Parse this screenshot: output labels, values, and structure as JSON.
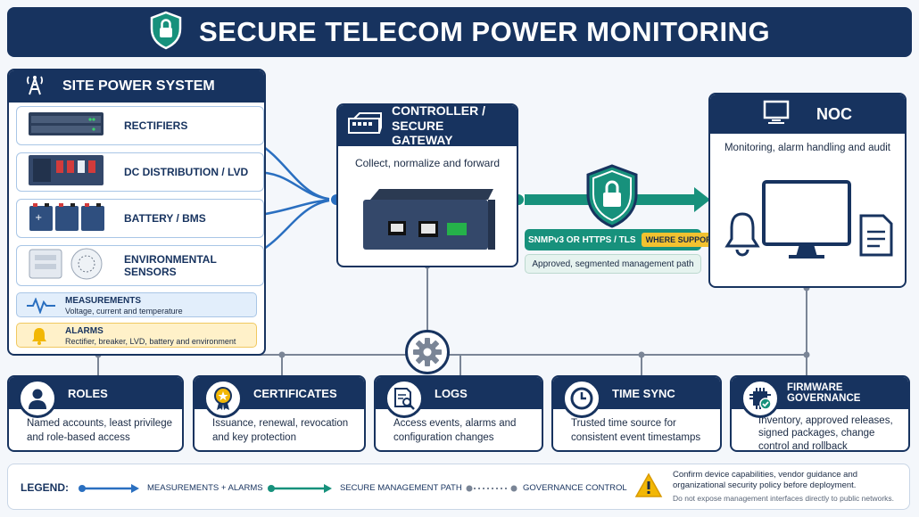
{
  "title": "SECURE TELECOM POWER MONITORING",
  "site": {
    "title": "SITE POWER SYSTEM",
    "items": [
      {
        "label": "RECTIFIERS"
      },
      {
        "label": "DC DISTRIBUTION / LVD"
      },
      {
        "label": "BATTERY / BMS"
      },
      {
        "label": "ENVIRONMENTAL SENSORS"
      }
    ],
    "measurements": {
      "title": "MEASUREMENTS",
      "text": "Voltage, current and temperature"
    },
    "alarms": {
      "title": "ALARMS",
      "text": "Rectifier, breaker, LVD, battery and environment"
    }
  },
  "controller": {
    "title_line1": "CONTROLLER /",
    "title_line2": "SECURE GATEWAY",
    "subtitle": "Collect, normalize and forward"
  },
  "secure_path": {
    "protocol": "SNMPv3 OR HTTPS / TLS",
    "badge": "WHERE SUPPORTED",
    "note": "Approved, segmented management path"
  },
  "noc": {
    "title": "NOC",
    "subtitle": "Monitoring, alarm handling and audit"
  },
  "cards": [
    {
      "title": "ROLES",
      "text": "Named accounts, least privilege and role-based access"
    },
    {
      "title": "CERTIFICATES",
      "text": "Issuance, renewal, revocation and key protection"
    },
    {
      "title": "LOGS",
      "text": "Access events, alarms and configuration changes"
    },
    {
      "title": "TIME SYNC",
      "text": "Trusted time source for consistent event timestamps"
    },
    {
      "title": "FIRMWARE GOVERNANCE",
      "text": "Inventory, approved releases, signed packages, change control and rollback"
    }
  ],
  "legend": {
    "label": "LEGEND:",
    "items": [
      "MEASUREMENTS + ALARMS",
      "SECURE MANAGEMENT PATH",
      "GOVERNANCE CONTROL"
    ],
    "warning_main": "Confirm device capabilities, vendor guidance and organizational security policy before deployment.",
    "warning_sub": "Do not expose management interfaces directly to public networks."
  },
  "colors": {
    "navy": "#17335f",
    "blue": "#2a6fc0",
    "green": "#17917c",
    "amber": "#f2b705"
  }
}
